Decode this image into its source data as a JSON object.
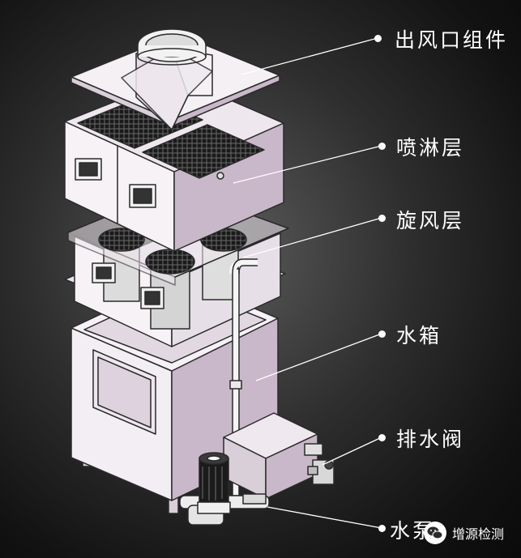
{
  "labels": [
    "出风口组件",
    "喷淋层",
    "旋风层",
    "水箱",
    "排水阀",
    "水泵"
  ],
  "watermark": {
    "text": "增源检测"
  },
  "colors": {
    "panel": "#c9b8c9",
    "top_plate": "#ebe3eb",
    "edge": "#2a2a2a",
    "label_text": "#ffffff"
  }
}
